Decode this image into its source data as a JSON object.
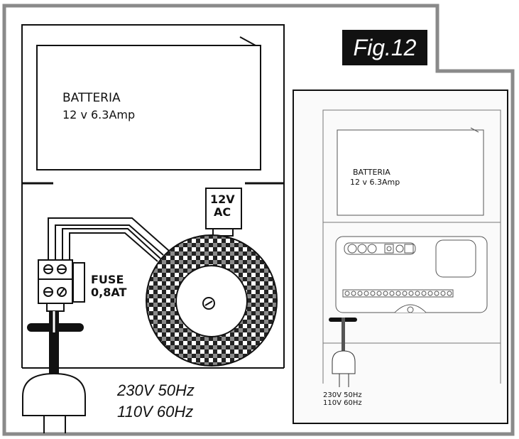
{
  "figure_label": "Fig.12",
  "main_panel": {
    "battery_label": "BATTERIA",
    "battery_rating": "12 v 6.3Amp",
    "transformer_output_voltage": "12V",
    "transformer_output_type": "AC",
    "fuse_label": "FUSE",
    "fuse_rating": "0,8AT",
    "mains_line_1": "230V 50Hz",
    "mains_line_2": "110V 60Hz"
  },
  "inset_panel": {
    "battery_label": "BATTERIA",
    "battery_rating": "12 v 6.3Amp",
    "mains_line_1": "230V  50Hz",
    "mains_line_2": "110V  60Hz"
  },
  "colors": {
    "outline": "#111111",
    "frame_grey": "#8a8a8a",
    "badge_bg": "#111111",
    "badge_text": "#ffffff",
    "inset_fill": "#fafafa"
  }
}
